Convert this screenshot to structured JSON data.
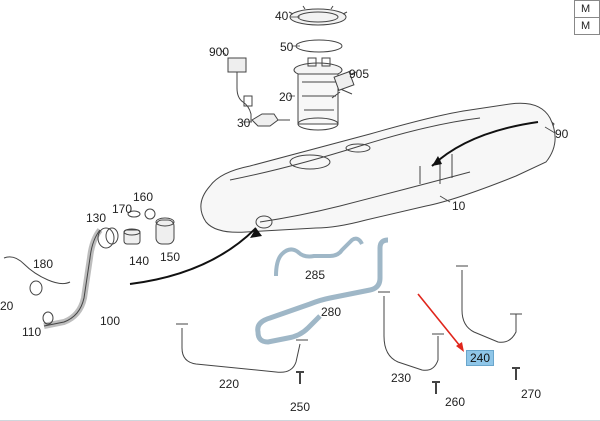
{
  "corner_table": [
    "M",
    "M"
  ],
  "parts": {
    "p40": "40",
    "p50": "50",
    "p900": "900",
    "p905": "905",
    "p20a": "20",
    "p30": "30",
    "p90": "90",
    "p10": "10",
    "p160": "160",
    "p170": "170",
    "p130": "130",
    "p140": "140",
    "p150": "150",
    "p180": "180",
    "p20b": "20",
    "p110": "110",
    "p100": "100",
    "p285": "285",
    "p280": "280",
    "p220": "220",
    "p250": "250",
    "p230": "230",
    "p260": "260",
    "p240": "240",
    "p270": "270"
  },
  "colors": {
    "highlight": "#8fc6e8",
    "arrow_red": "#e0261c",
    "line_art": "#444444",
    "hose_fill": "#c9dbe8"
  }
}
